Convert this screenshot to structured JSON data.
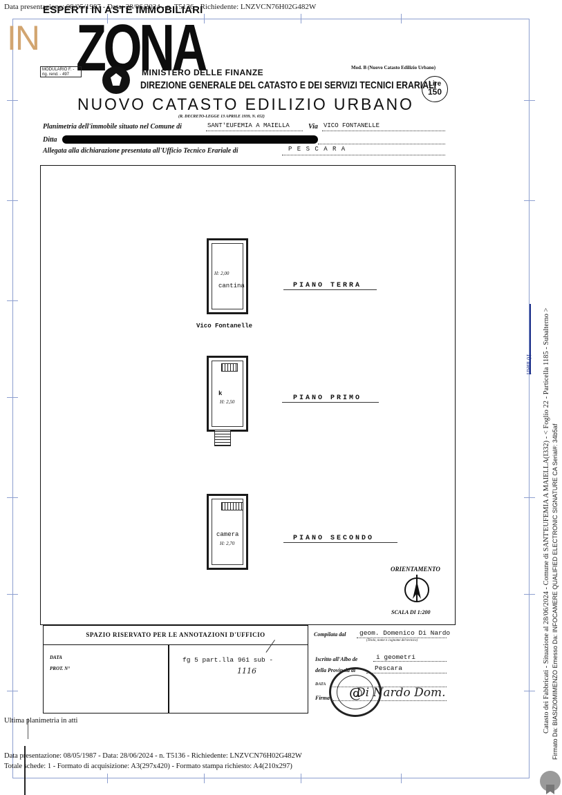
{
  "header": {
    "top_line": "Data presentazione: 08/05/1987 - Data: 28/06/2024 - n. T5136 - Richiedente: LNZVCN76H02G482W"
  },
  "brand": {
    "tagline": "ESPERTI IN ASTE IMMOBILIARI",
    "logo_prefix": "IN",
    "logo_word": "ZONA",
    "accent_color": "#d2a570"
  },
  "form": {
    "modulario": "MODULARIO F. - rig. rend. - 497",
    "ministero": "MINISTERO DELLE FINANZE",
    "direzione": "DIREZIONE GENERALE DEL CATASTO E DEI SERVIZI TECNICI ERARIALI",
    "title": "NUOVO CATASTO EDILIZIO URBANO",
    "decreto": "(R. DECRETO-LEGGE 13 APRILE 1939, N. 652)",
    "model": "Mod. B (Nuovo Catasto Edilizio Urbano)",
    "price_label": "Lire",
    "price_value": "150",
    "planimetria_label": "Planimetria dell'immobile situato nel Comune di",
    "comune": "SANT'EUFEMIA A MAIELLA",
    "via_label": "Via",
    "via": "VICO FONTANELLE",
    "ditta_label": "Ditta",
    "allegata_label": "Allegata alla dichiarazione presentata all'Ufficio Tecnico Erariale di",
    "ufficio": "P E S C A R A"
  },
  "plan": {
    "rooms": [
      {
        "name": "cantina",
        "height": "H: 2,00"
      },
      {
        "name": "k",
        "height": "H: 2,50"
      },
      {
        "name": "camera",
        "height": "H: 2,70"
      }
    ],
    "floors": [
      "PIANO TERRA",
      "PIANO PRIMO",
      "PIANO SECONDO"
    ],
    "street": "Vico Fontanelle",
    "orientation_label": "ORIENTAMENTO",
    "scale_label": "SCALA DI 1:200"
  },
  "annotations": {
    "header": "SPAZIO RISERVATO PER LE ANNOTAZIONI D'UFFICIO",
    "data_label": "DATA",
    "prot_label": "PROT. N°",
    "fg_text": "fg 5 part.lla 961 sub -",
    "handwritten_number": "1116"
  },
  "compiler": {
    "label": "Compilata dal",
    "name": "geom. Domenico Di Nardo",
    "hint": "(Titolo, nome e cognome del tecnico)",
    "albo_label": "Iscritto all'Albo de",
    "albo": "i geometri",
    "provincia_label": "della Provincia di",
    "provincia": "Pescara",
    "data_label": "DATA",
    "firma_label": "Firma",
    "signature": "Di Nardo Dom."
  },
  "footer": {
    "ultima": "Ultima planimetria in atti",
    "line1": "Data presentazione: 08/05/1987 - Data: 28/06/2024 - n. T5136 - Richiedente: LNZVCN76H02G482W",
    "line2": "Totale schede: 1 - Formato di acquisizione: A3(297x420) - Formato stampa richiesto: A4(210x297)"
  },
  "side": {
    "catasto_text": "Catasto dei Fabbricati - Situazione al 28/06/2024 - Comune di SANT'EUFEMIA A MAIELLA(I332) - < Foglio 22 - Particella 1185 - Subalterno >",
    "firmato_text": "Firmato Da: BIASIZIOMIMENZO Emesso Da: INFOCAMERE QUALIFIED ELECTRONIC SIGNATURE CA Serial#: 34b5af",
    "scale_bar_label": "10 metri"
  }
}
